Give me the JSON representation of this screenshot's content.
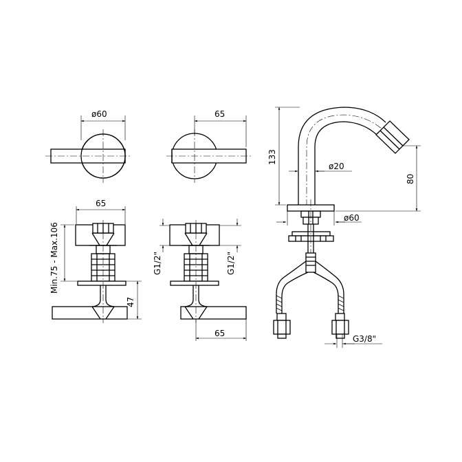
{
  "colors": {
    "line": "#000000",
    "background": "#ffffff"
  },
  "dimensions": {
    "handle_left_diameter": "ø60",
    "handle_right_width": "65",
    "valve_left_width": "65",
    "valve_left_range": "Min.75 - Max.106",
    "valve_left_height": "47",
    "valve_right_thread_left": "G1/2\"",
    "valve_right_thread_right": "G1/2\"",
    "valve_right_width": "65",
    "spout_height": "133",
    "spout_outlet_height": "80",
    "spout_diameter": "ø20",
    "spout_base_diameter": "ø60",
    "hose_thread": "G3/8\""
  }
}
